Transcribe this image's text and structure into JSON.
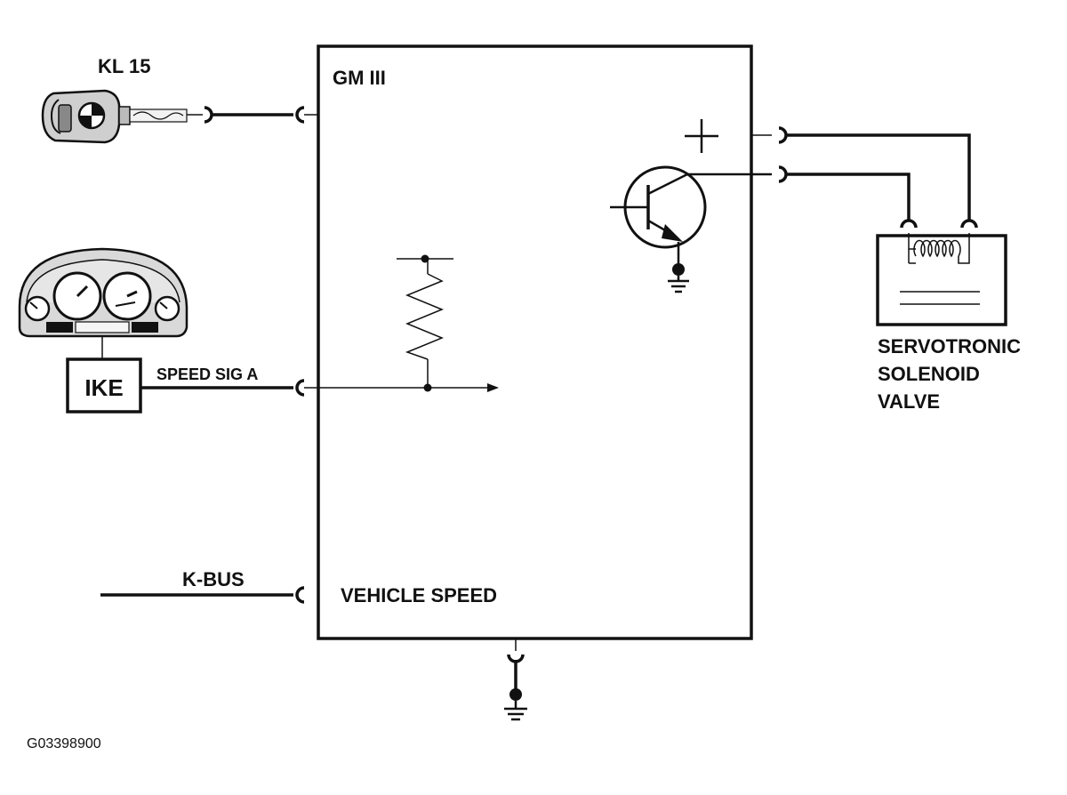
{
  "module": {
    "label": "GM III"
  },
  "inputs": {
    "kl15": {
      "label": "KL 15",
      "icon": "ignition-key-icon"
    },
    "speed_signal": {
      "label": "SPEED SIG A"
    },
    "kbus": {
      "label": "K-BUS"
    }
  },
  "ike": {
    "label": "IKE",
    "icon": "instrument-cluster-icon"
  },
  "vehicle_speed": {
    "label": "VEHICLE SPEED"
  },
  "servotronic": {
    "line1": "SERVOTRONIC",
    "line2": "SOLENOID",
    "line3": "VALVE"
  },
  "figure_id": "G03398900",
  "colors": {
    "ink": "#111111",
    "paper": "#ffffff",
    "gauge_face": "#e6e6e6"
  }
}
